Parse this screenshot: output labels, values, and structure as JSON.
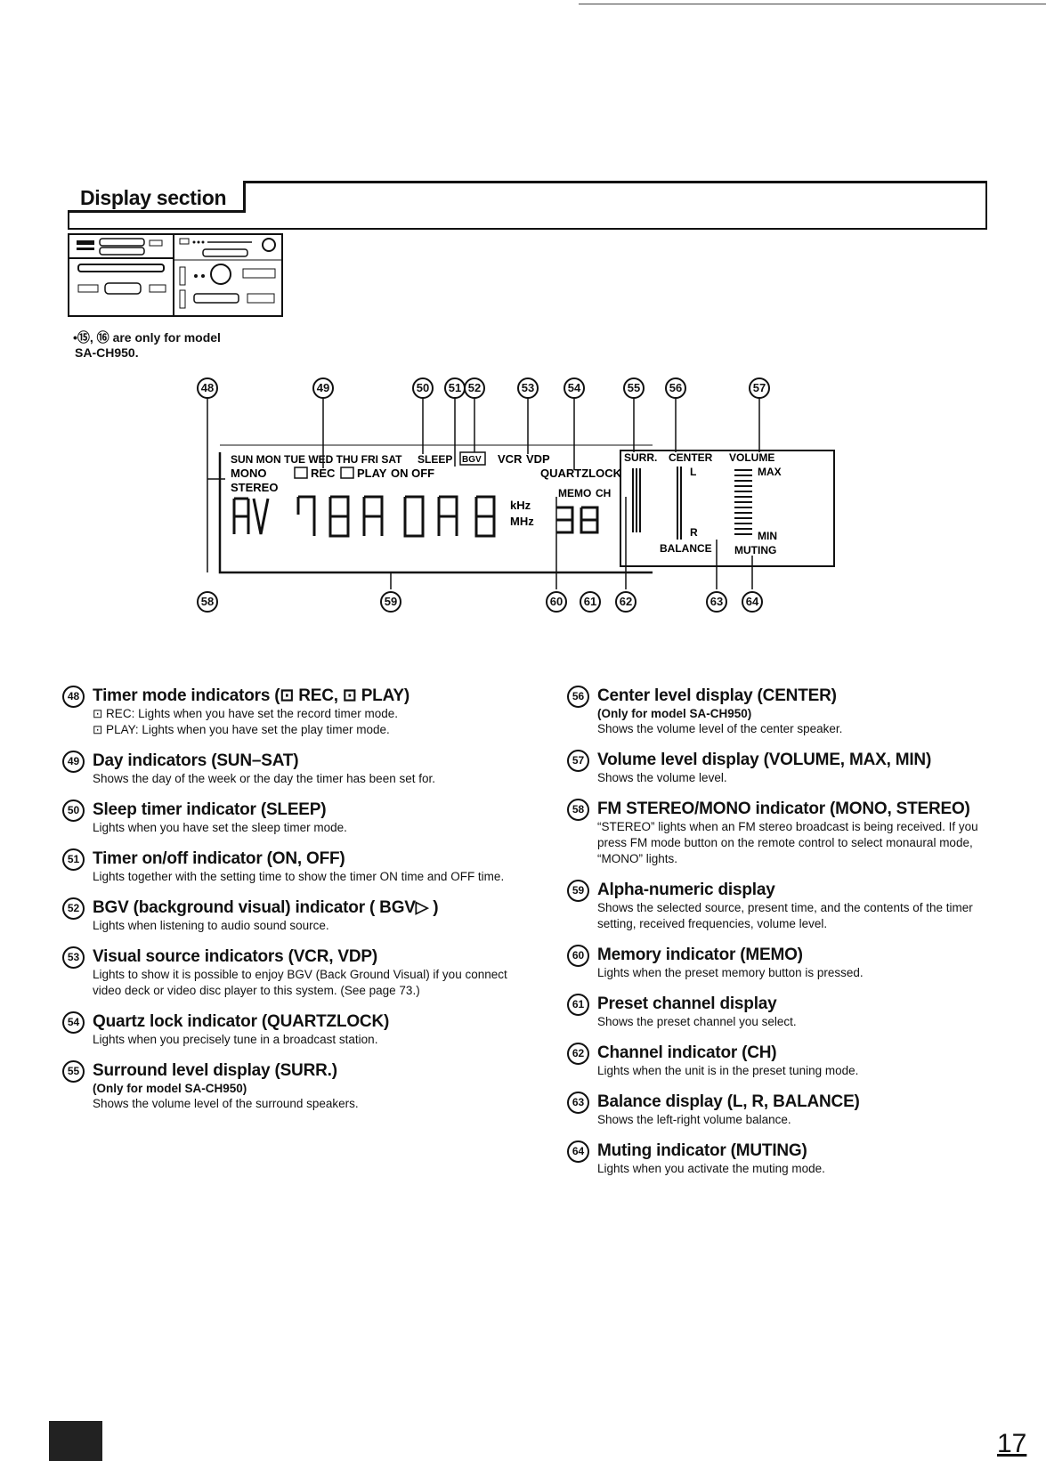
{
  "section": {
    "title": "Display section"
  },
  "note": {
    "line1": "•⑮, ⑯ are only for model",
    "line2": "SA-CH950."
  },
  "display": {
    "days": "SUN MON TUE WED THU FRI SAT",
    "sleep": "SLEEP",
    "rec": "REC",
    "play": "PLAY",
    "on_off": "ON OFF",
    "bgv": "BGV",
    "vcr": "VCR",
    "vdp": "VDP",
    "quartzlock": "QUARTZLOCK",
    "mono": "MONO",
    "stereo": "STEREO",
    "khz": "kHz",
    "mhz": "MHz",
    "memo": "MEMO",
    "ch": "CH",
    "surr": "SURR.",
    "center": "CENTER",
    "l": "L",
    "r": "R",
    "balance": "BALANCE",
    "volume": "VOLUME",
    "max": "MAX",
    "min": "MIN",
    "muting": "MUTING"
  },
  "callouts_top": [
    "48",
    "49",
    "50",
    "51",
    "52",
    "53",
    "54",
    "55",
    "56",
    "57"
  ],
  "callouts_bottom": [
    "58",
    "59",
    "60",
    "61",
    "62",
    "63",
    "64"
  ],
  "items_left": [
    {
      "num": "48",
      "title": "Timer mode indicators (⊡ REC, ⊡ PLAY)",
      "lines": [
        "⊡ REC:  Lights when you have set the record timer mode.",
        "⊡ PLAY: Lights when you have set the play timer mode."
      ]
    },
    {
      "num": "49",
      "title": "Day indicators (SUN–SAT)",
      "lines": [
        "Shows the day of the week or the day the timer has been set for."
      ]
    },
    {
      "num": "50",
      "title": "Sleep timer indicator (SLEEP)",
      "lines": [
        "Lights when you have set the sleep timer mode."
      ]
    },
    {
      "num": "51",
      "title": "Timer on/off indicator (ON, OFF)",
      "lines": [
        "Lights together with the setting time to show the timer ON time and OFF time."
      ]
    },
    {
      "num": "52",
      "title": "BGV (background visual) indicator ( BGV▷ )",
      "lines": [
        "Lights when listening to audio sound source."
      ]
    },
    {
      "num": "53",
      "title": "Visual source indicators (VCR, VDP)",
      "lines": [
        "Lights to show it is possible to enjoy BGV (Back Ground Visual) if you connect video deck or video disc player to this system. (See page 73.)"
      ]
    },
    {
      "num": "54",
      "title": "Quartz lock indicator (QUARTZLOCK)",
      "lines": [
        "Lights when you precisely tune in a broadcast station."
      ]
    },
    {
      "num": "55",
      "title": "Surround level display (SURR.)",
      "sub": "(Only for model SA-CH950)",
      "lines": [
        "Shows the volume level of the surround speakers."
      ]
    }
  ],
  "items_right": [
    {
      "num": "56",
      "title": "Center level display (CENTER)",
      "sub": "(Only for model SA-CH950)",
      "lines": [
        "Shows the volume level of the center speaker."
      ]
    },
    {
      "num": "57",
      "title": "Volume level display (VOLUME, MAX, MIN)",
      "lines": [
        "Shows the volume level."
      ]
    },
    {
      "num": "58",
      "title": "FM STEREO/MONO indicator (MONO, STEREO)",
      "lines": [
        "“STEREO” lights when an FM stereo broadcast is being received. If you press FM mode button on the remote control to select monaural mode, “MONO” lights."
      ]
    },
    {
      "num": "59",
      "title": "Alpha-numeric display",
      "lines": [
        "Shows the selected source, present time, and the contents of the timer setting, received frequencies, volume level."
      ]
    },
    {
      "num": "60",
      "title": "Memory indicator (MEMO)",
      "lines": [
        "Lights when the preset memory button is pressed."
      ]
    },
    {
      "num": "61",
      "title": "Preset channel display",
      "lines": [
        "Shows the preset channel you select."
      ]
    },
    {
      "num": "62",
      "title": "Channel indicator (CH)",
      "lines": [
        "Lights when the unit is in the preset tuning mode."
      ]
    },
    {
      "num": "63",
      "title": "Balance display (L, R, BALANCE)",
      "lines": [
        "Shows the left-right volume balance."
      ]
    },
    {
      "num": "64",
      "title": "Muting indicator (MUTING)",
      "lines": [
        "Lights when you activate the muting mode."
      ]
    }
  ],
  "page_number": "17"
}
